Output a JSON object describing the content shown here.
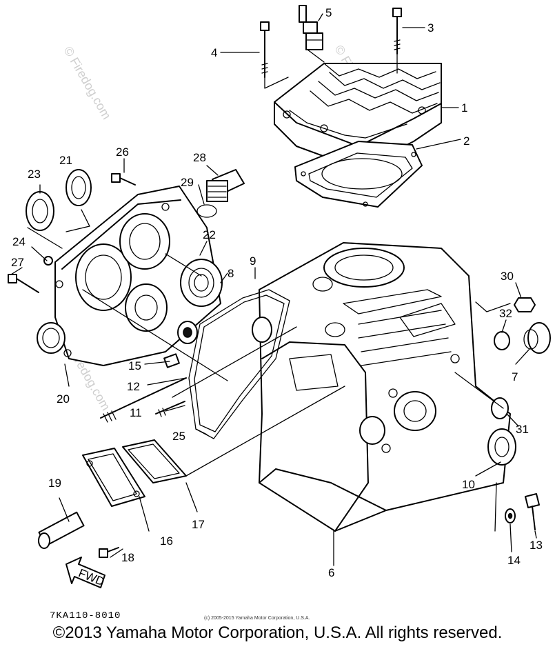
{
  "diagram": {
    "labels": {
      "p1": "1",
      "p2": "2",
      "p3": "3",
      "p4": "4",
      "p5": "5",
      "p6": "6",
      "p7": "7",
      "p8": "8",
      "p9": "9",
      "p10": "10",
      "p11": "11",
      "p12": "12",
      "p13": "13",
      "p14": "14",
      "p15": "15",
      "p16": "16",
      "p17": "17",
      "p18": "18",
      "p19": "19",
      "p20": "20",
      "p21": "21",
      "p22": "22",
      "p23": "23",
      "p24": "24",
      "p25": "25",
      "p26": "26",
      "p27": "27",
      "p28": "28",
      "p29": "29",
      "p30": "30",
      "p31": "31",
      "p32": "32"
    },
    "direction_label": "FWD",
    "drawing_code": "7KA110-8010",
    "small_copyright": "(c) 2005-2015 Yamaha Motor Corporation, U.S.A.",
    "watermarks": [
      "© Firedog.com",
      "© Firedog.com",
      "Firedog.com"
    ]
  },
  "footer": {
    "copyright": "©2013 Yamaha Motor Corporation, U.S.A. All rights reserved."
  }
}
